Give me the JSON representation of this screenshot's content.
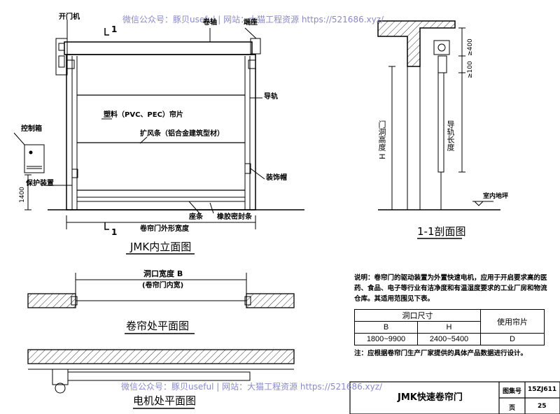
{
  "watermark_top": "微信公众号：豚贝useful | 网站：大猫工程资源 https://521686.xyz/",
  "watermark_bottom": "微信公众号：豚贝useful | 网站：大猫工程资源 https://521686.xyz/",
  "elevation": {
    "labels": {
      "opener": "开门机",
      "reel_shaft": "卷轴",
      "end_seat": "端座",
      "guide_rail": "导轨",
      "curtain": "塑料（PVC、PEC）帘片",
      "wind_bar": "扩风条（铝合金建筑型材）",
      "control_box": "控制箱",
      "protector": "保护装置",
      "trim_cap": "装饰帽",
      "bottom_bar": "座条",
      "rubber_seal": "橡胶密封条",
      "width_label": "卷帘门外形宽度",
      "dim_1400": "1400",
      "section_mark_top": "1",
      "section_mark_bottom": "1"
    },
    "title": "JMK内立面图"
  },
  "section": {
    "labels": {
      "dim_400": "≥400",
      "dim_100": "≥100",
      "opening_height": "门洞高度 H",
      "rail_length": "导轨长度",
      "floor": "室内地坪"
    },
    "title": "1-1剖面图"
  },
  "plan_curtain": {
    "dim_label": "洞口宽度 B",
    "dim_sub": "(卷帘门内宽)",
    "title": "卷帘处平面图"
  },
  "plan_motor": {
    "title": "电机处平面图"
  },
  "notes": {
    "text": "说明：卷帘门的驱动装置为外置快速电机，应用于开启要求高的医药、食品、电子等行业有洁净度和有温湿度要求的工业厂房和物流仓库。其适用范围见下表。",
    "table": {
      "header_size": "洞口尺寸",
      "header_curtain": "使用帘片",
      "col_b": "B",
      "col_h": "H",
      "val_b": "1800~9900",
      "val_h": "2400~5400",
      "val_curtain": "D"
    },
    "footnote": "注：应根据卷帘门生产厂家提供的具体产品数据进行设计。"
  },
  "title_block": {
    "drawing_title": "JMK快速卷帘门",
    "atlas_label": "图集号",
    "atlas_value": "15ZJ611",
    "page_label": "页",
    "page_value": "25"
  }
}
